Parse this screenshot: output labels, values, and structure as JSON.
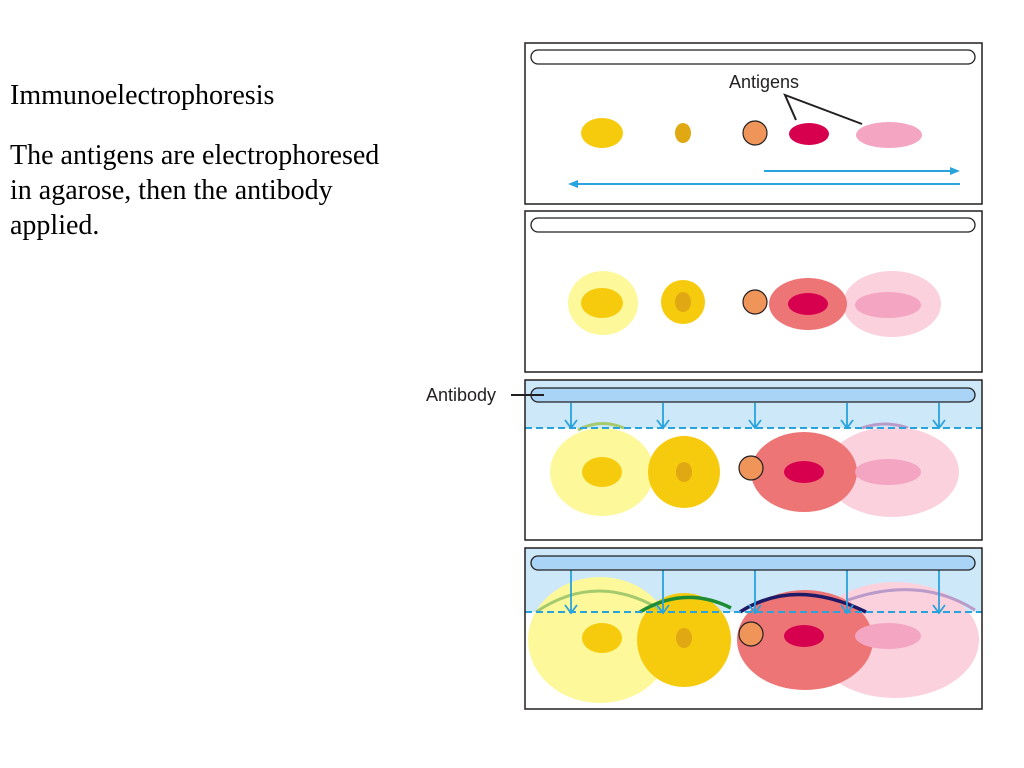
{
  "slide": {
    "title": "Immunoelectrophoresis",
    "body": "The antigens are electrophoresed in agarose, then the antibody applied."
  },
  "diagram": {
    "labels": {
      "antigens": "Antigens",
      "antibody": "Antibody"
    },
    "panels": [
      {
        "stage": "antigens-separated"
      },
      {
        "stage": "antigens-diffused"
      },
      {
        "stage": "antibody-applied"
      },
      {
        "stage": "precipitin-arcs"
      }
    ],
    "colors": {
      "frame": "#231f20",
      "arrow_blue": "#29a3dc",
      "antibody_trough": "#a9d4f5",
      "antibody_zone": "#cde9f9",
      "antigen_yellow_light": "#fdf89a",
      "antigen_yellow": "#f7cb0d",
      "antigen_gold": "#e0a812",
      "antigen_orange": "#f0955a",
      "antigen_red": "#d6004f",
      "antigen_red_halo": "#ee7575",
      "antigen_pink": "#f4a5c2",
      "antigen_pink_halo": "#fad1dd",
      "arc_light_green": "#a5c96d",
      "arc_green": "#1e8c33",
      "arc_navy": "#1f1a67",
      "arc_lavender": "#b99ac8"
    }
  }
}
